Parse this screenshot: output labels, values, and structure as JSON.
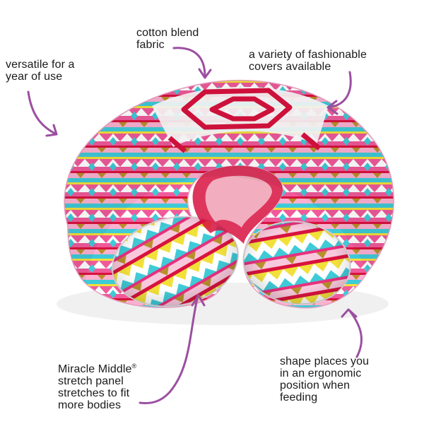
{
  "colors": {
    "arrow": "#9b4fa0",
    "text": "#1a1a1a",
    "pink": "#e8307e",
    "red": "#d8123f",
    "cyan": "#3fcad8",
    "yellow": "#f2e03a",
    "gold": "#b8902a",
    "white": "#ffffff"
  },
  "callouts": {
    "versatile": {
      "line1": "versatile for a",
      "line2": "year of use"
    },
    "cotton": {
      "line1": "cotton blend",
      "line2": "fabric"
    },
    "variety": {
      "line1": "a variety of fashionable",
      "line2": "covers available"
    },
    "miracle": {
      "line1_main": "Miracle Middle",
      "line1_mark": "®",
      "line2": "stretch panel",
      "line3": "stretches to fit",
      "line4": "more bodies"
    },
    "shape": {
      "line1": "shape places you",
      "line2": "in an ergonomic",
      "line3": "position when",
      "line4": "feeding"
    }
  },
  "icons": {
    "arrows": "curved-arrow-icon",
    "product": "nursing-pillow-illustration"
  }
}
